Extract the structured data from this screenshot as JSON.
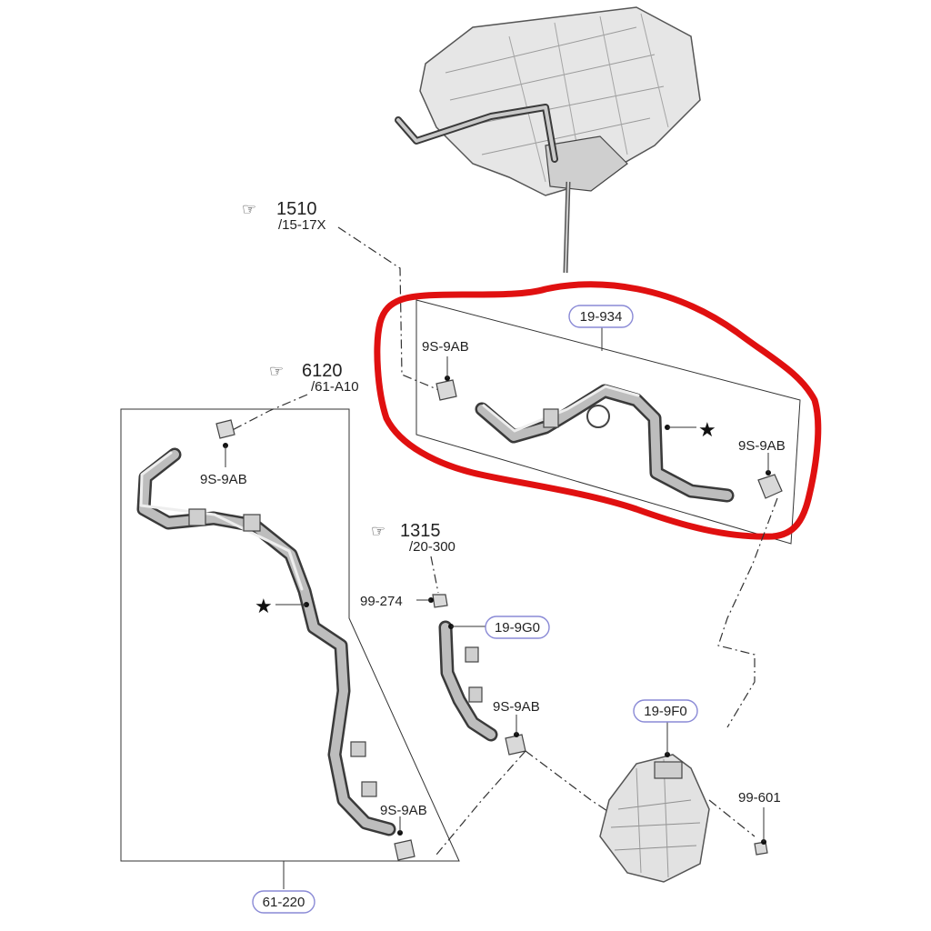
{
  "references": [
    {
      "icon": "pointing-hand-icon",
      "code": "1510",
      "sub": "/15-17X"
    },
    {
      "icon": "pointing-hand-icon",
      "code": "6120",
      "sub": "/61-A10"
    },
    {
      "icon": "pointing-hand-icon",
      "code": "1315",
      "sub": "/20-300"
    }
  ],
  "part_labels": {
    "hose_top": "19-934",
    "hose_left": "61-220",
    "hose_mid": "19-9G0",
    "reservoir": "19-9F0"
  },
  "clip_labels": {
    "top_left": "9S-9AB",
    "top_right": "9S-9AB",
    "left_top": "9S-9AB",
    "left_bottom": "9S-9AB",
    "mid_bottom": "9S-9AB",
    "mid_bolt": "99-274",
    "reservoir_bolt": "99-601"
  },
  "markers": {
    "star_symbol": "★"
  },
  "colors": {
    "highlight_outline": "#e01010",
    "label_pill_border": "#8a8ad6",
    "line": "#333333"
  }
}
